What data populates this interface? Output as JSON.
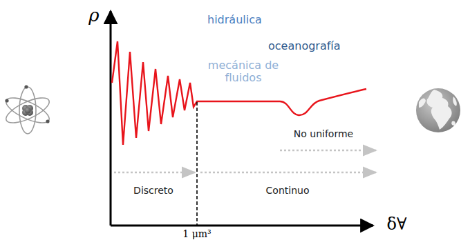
{
  "diagram": {
    "labels": [
      "ρ",
      "hidráulica",
      "oceanografía",
      "mecánica de fluidos",
      "No uniforme",
      "Discreto",
      "Continuo",
      "1 μm³",
      "δ∀"
    ]
  }
}
